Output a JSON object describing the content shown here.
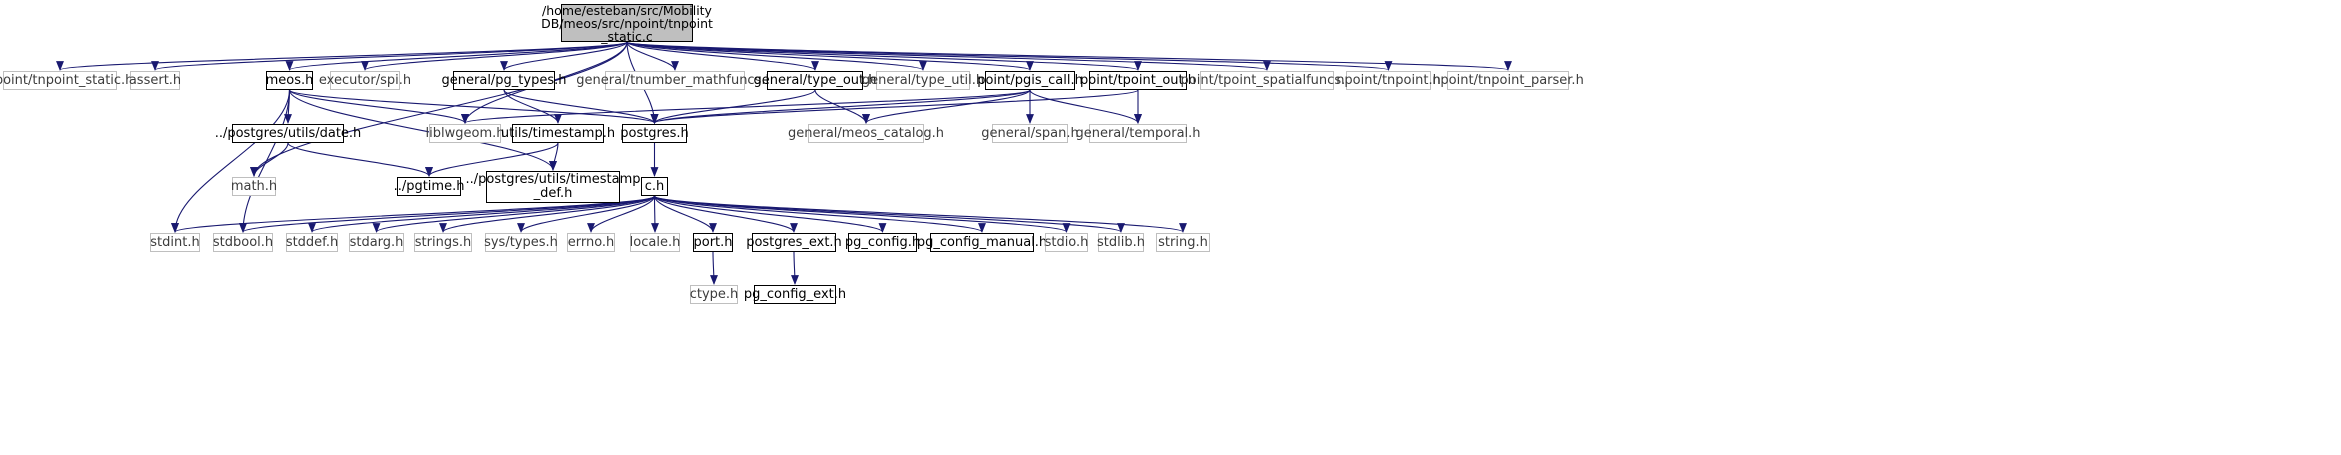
{
  "colors": {
    "edge": "#191970",
    "border_documented": "#000000",
    "border_external": "#bfbfbf",
    "root_fill": "#bfbfbf"
  },
  "root": {
    "label": "/home/esteban/src/Mobility\nDB/meos/src/npoint/tnpoint\n_static.c"
  },
  "nodes": {
    "npoint_tnpoint_static_h": "npoint/tnpoint_static.h",
    "assert_h": "assert.h",
    "meos_h": "meos.h",
    "executor_spi_h": "executor/spi.h",
    "general_pg_types_h": "general/pg_types.h",
    "general_tnumber_mathfuncs_h": "general/tnumber_mathfuncs.h",
    "general_type_out_h": "general/type_out.h",
    "general_type_util_h": "general/type_util.h",
    "point_pgis_call_h": "point/pgis_call.h",
    "point_tpoint_out_h": "point/tpoint_out.h",
    "point_tpoint_spatialfuncs_h": "point/tpoint_spatialfuncs.h",
    "npoint_tnpoint_h": "npoint/tnpoint.h",
    "npoint_tnpoint_parser_h": "npoint/tnpoint_parser.h",
    "postgres_utils_date_h": "../postgres/utils/date.h",
    "liblwgeom_h": "liblwgeom.h",
    "utils_timestamp_h": "utils/timestamp.h",
    "postgres_h": "postgres.h",
    "general_meos_catalog_h": "general/meos_catalog.h",
    "general_span_h": "general/span.h",
    "general_temporal_h": "general/temporal.h",
    "math_h": "math.h",
    "pgtime_h": "../pgtime.h",
    "timestamp_def_h": "../postgres/utils/timestamp\n_def.h",
    "c_h": "c.h",
    "stdint_h": "stdint.h",
    "stdbool_h": "stdbool.h",
    "stddef_h": "stddef.h",
    "stdarg_h": "stdarg.h",
    "strings_h": "strings.h",
    "sys_types_h": "sys/types.h",
    "errno_h": "errno.h",
    "locale_h": "locale.h",
    "port_h": "port.h",
    "postgres_ext_h": "postgres_ext.h",
    "pg_config_h": "pg_config.h",
    "pg_config_manual_h": "pg_config_manual.h",
    "stdio_h": "stdio.h",
    "stdlib_h": "stdlib.h",
    "string_h": "string.h",
    "ctype_h": "ctype.h",
    "pg_config_ext_h": "pg_config_ext.h"
  }
}
